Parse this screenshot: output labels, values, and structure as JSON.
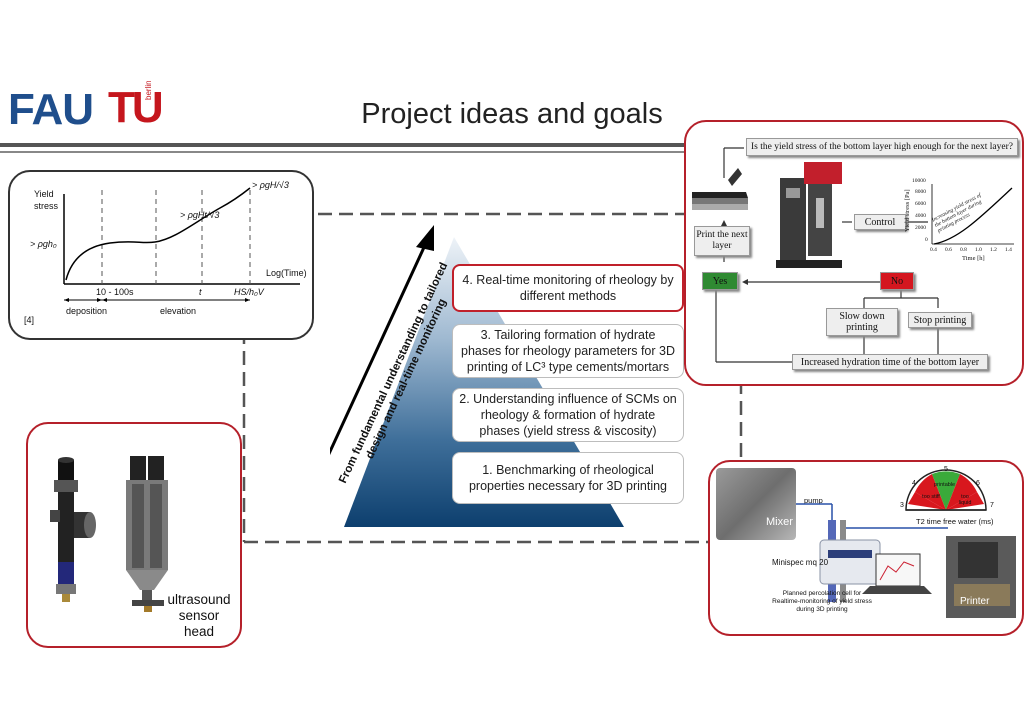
{
  "logos": {
    "fau": "FAU",
    "tu_mark": "TU",
    "tu_sub": "berlin"
  },
  "title": "Project ideas and goals",
  "yield_chart": {
    "ylabel_line1": "Yield",
    "ylabel_line2": "stress",
    "xlabel": "Log(Time)",
    "tick_1": "10 - 100s",
    "tick_2": "t",
    "tick_3": "HS/h₀V",
    "annot_1": "> ρgh₀",
    "annot_2": "> ρgHt/√3",
    "annot_3": "> ρgH/√3",
    "phase_1": "deposition",
    "phase_2": "elevation",
    "ref": "[4]"
  },
  "pyramid": {
    "arrow_line1": "From fundamental understanding to tailored",
    "arrow_line2": "design and real-time monitoring",
    "steps": [
      "4. Real-time monitoring of rheology by different methods",
      "3. Tailoring formation of hydrate phases for rheology parameters for 3D printing of LC³ type cements/mortars",
      "2. Understanding influence of SCMs on rheology & formation of hydrate phases (yield stress & viscosity)",
      "1. Benchmarking of rheological properties necessary for 3D printing"
    ]
  },
  "flowchart": {
    "question": "Is the yield stress of the bottom layer high enough for the next layer?",
    "print_next": "Print the next layer",
    "control": "Control",
    "yes": "Yes",
    "no": "No",
    "slow_down": "Slow down printing",
    "stop": "Stop printing",
    "increased": "Increased hydration time of the bottom layer",
    "mini_chart": {
      "ylabel": "Yield stress [Pa]",
      "xlabel": "Time [h]",
      "annotation": "Increasing yield stress of the bottom layer during printing process",
      "yticks": [
        "10000",
        "8000",
        "6000",
        "4000",
        "2000",
        "0"
      ],
      "xticks": [
        "0.4",
        "0.6",
        "0.8",
        "1.0",
        "1.2",
        "1.4"
      ]
    }
  },
  "sensor_panel": {
    "label": "ultrasound sensor head"
  },
  "nmr_panel": {
    "mixer": "Mixer",
    "pump": "pump",
    "minispec": "Minispec mq 20",
    "printer": "Printer",
    "planned": "Planned percolation cell for Realtime-monitoring of yield stress during 3D printing",
    "gauge_title": "T2 time free water (ms)",
    "gauge_ticks": [
      "3",
      "4",
      "5",
      "6",
      "7"
    ],
    "gauge_left": "too stiff",
    "gauge_mid": "printable",
    "gauge_right": "too liquid"
  },
  "colors": {
    "accent_red": "#b5202a",
    "logo_blue": "#1f4e8c",
    "tu_red": "#c5161d",
    "pyramid_dark": "#0d3f6e"
  }
}
